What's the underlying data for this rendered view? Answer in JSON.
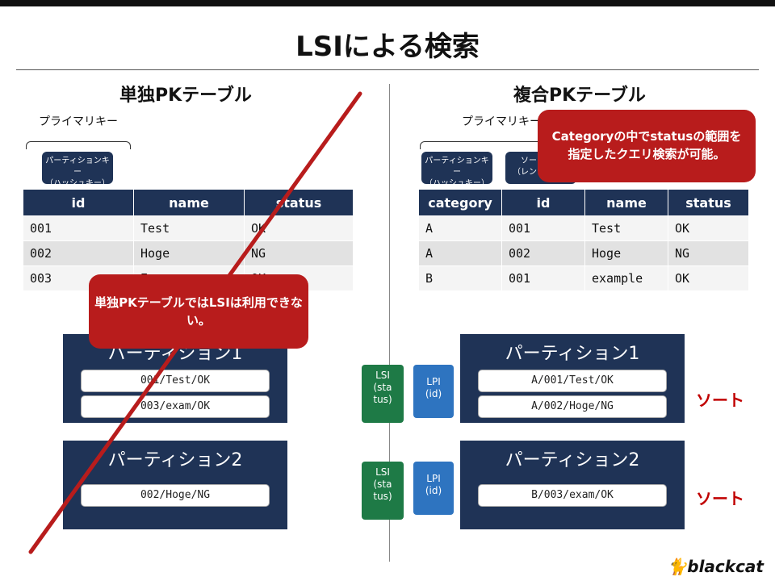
{
  "title": "LSIによる検索",
  "left": {
    "title": "単独PKテーブル",
    "pk_label": "プライマリキー",
    "partition_key_line1": "パーティションキー",
    "partition_key_line2": "（ハッシュキー）",
    "table": {
      "headers": [
        "id",
        "name",
        "status"
      ],
      "rows": [
        [
          "001",
          "Test",
          "OK"
        ],
        [
          "002",
          "Hoge",
          "NG"
        ],
        [
          "003",
          "E",
          "OK"
        ]
      ]
    },
    "partitions": [
      {
        "title": "パーティション1",
        "rows": [
          "001/Test/OK",
          "003/exam/OK"
        ]
      },
      {
        "title": "パーティション2",
        "rows": [
          "002/Hoge/NG"
        ]
      }
    ],
    "callout": "単独PKテーブルではLSIは利用できない。"
  },
  "right": {
    "title": "複合PKテーブル",
    "pk_label": "プライマリキー",
    "partition_key_line1": "パーティションキー",
    "partition_key_line2": "（ハッシュキー）",
    "sort_key_line1": "ソートキー",
    "sort_key_line2": "（レンジキー）",
    "table": {
      "headers": [
        "category",
        "id",
        "name",
        "status"
      ],
      "rows": [
        [
          "A",
          "001",
          "Test",
          "OK"
        ],
        [
          "A",
          "002",
          "Hoge",
          "NG"
        ],
        [
          "B",
          "001",
          "example",
          "OK"
        ]
      ]
    },
    "partitions": [
      {
        "title": "パーティション1",
        "rows": [
          "A/001/Test/OK",
          "A/002/Hoge/NG"
        ],
        "sort": "ソート",
        "lsi": [
          "LSI",
          "(sta",
          "tus)"
        ],
        "lpi": [
          "LPI",
          "(id)"
        ]
      },
      {
        "title": "パーティション2",
        "rows": [
          "B/003/exam/OK"
        ],
        "sort": "ソート",
        "lsi": [
          "LSI",
          "(sta",
          "tus)"
        ],
        "lpi": [
          "LPI",
          "(id)"
        ]
      }
    ],
    "callout": "Categoryの中でstatusの範囲を指定したクエリ検索が可能。"
  },
  "logo": "blackcat",
  "colors": {
    "navy": "#1f3356",
    "red": "#b81c1c",
    "accent_red": "#c00000",
    "lsi_green": "#1e7a46",
    "lpi_blue": "#2e74c0"
  }
}
